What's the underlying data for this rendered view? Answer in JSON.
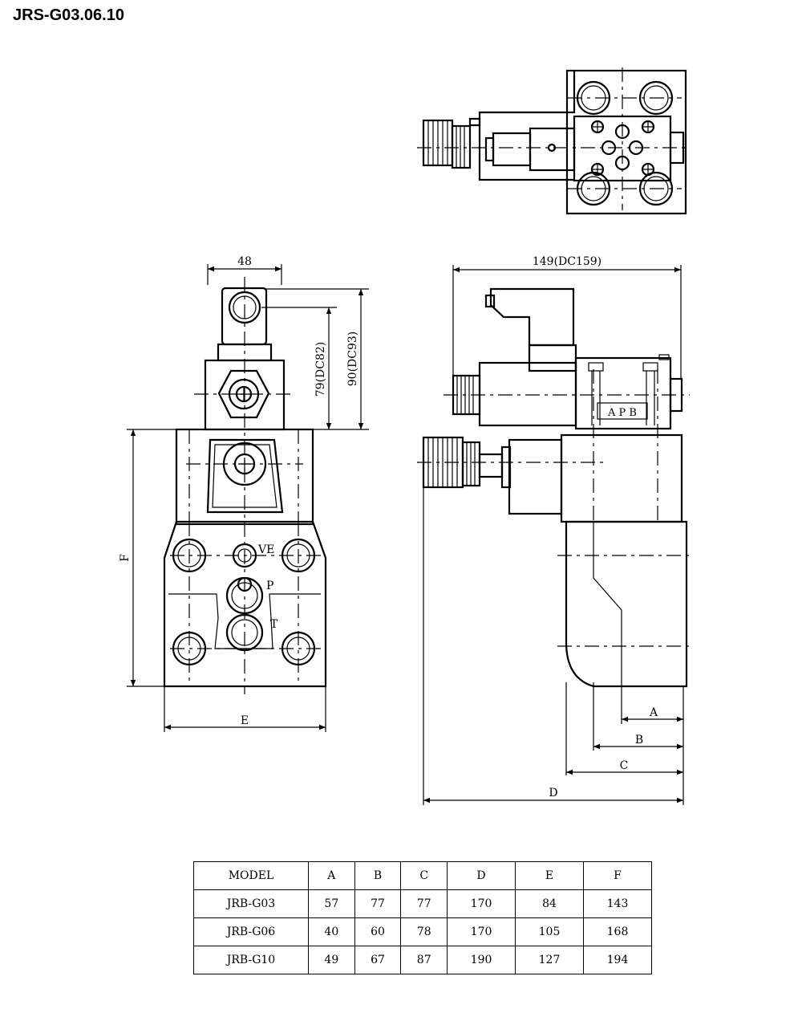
{
  "title": "JRS-G03.06.10",
  "dimensions": {
    "width": "48",
    "length": "149(DC159)",
    "height_short": "79(DC82)",
    "height_tall": "90(DC93)",
    "e": "E",
    "f": "F",
    "a": "A",
    "b": "B",
    "c": "C",
    "d": "D"
  },
  "port_labels": {
    "ve": "VE",
    "p": "P",
    "t": "T",
    "apb": "A P B"
  },
  "table": {
    "headers": [
      "MODEL",
      "A",
      "B",
      "C",
      "D",
      "E",
      "F"
    ],
    "rows": [
      [
        "JRB-G03",
        "57",
        "77",
        "77",
        "170",
        "84",
        "143"
      ],
      [
        "JRB-G06",
        "40",
        "60",
        "78",
        "170",
        "105",
        "168"
      ],
      [
        "JRB-G10",
        "49",
        "67",
        "87",
        "190",
        "127",
        "194"
      ]
    ]
  }
}
